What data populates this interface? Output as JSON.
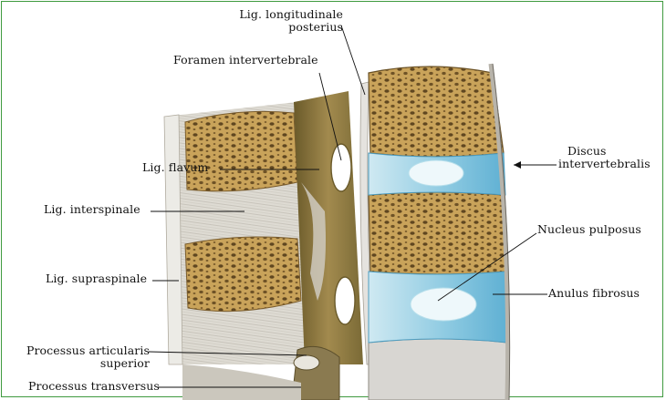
{
  "labels": {
    "lig_longitudinale_posterius_line1": "Lig. longitudinale",
    "lig_longitudinale_posterius_line2": "posterius",
    "foramen_intervertebrale": "Foramen intervertebrale",
    "lig_flavum": "Lig. flavum",
    "lig_interspinale": "Lig. interspinale",
    "lig_supraspinale": "Lig. supraspinale",
    "processus_articularis_line1": "Processus articularis",
    "processus_articularis_line2": "superior",
    "processus_transversus": "Processus transversus",
    "discus_line1": "Discus",
    "discus_line2": "intervertebralis",
    "nucleus_pulposus": "Nucleus pulposus",
    "anulus_fibrosus": "Anulus fibrosus"
  },
  "colors": {
    "frame": "#3f9a3f",
    "bone_tan": "#c9a35a",
    "bone_dark": "#6b5226",
    "disc_blue": "#9fd3e6",
    "ligament_grey": "#d9d6cf"
  }
}
